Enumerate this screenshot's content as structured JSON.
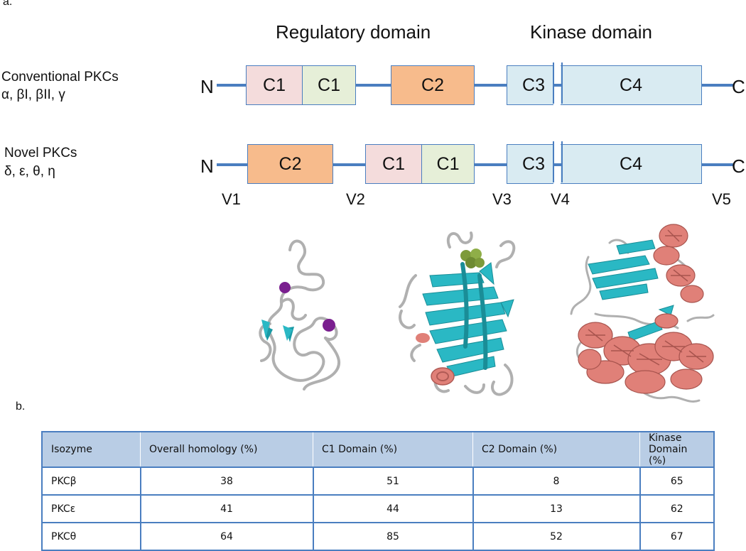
{
  "panel_a_label": "a.",
  "panel_b_label": "b.",
  "headers": {
    "regulatory": "Regulatory domain",
    "kinase": "Kinase domain"
  },
  "conventional": {
    "title": "Conventional PKCs",
    "isoforms": "α, βI, βII, γ",
    "n_term": "N",
    "c_term": "C",
    "domains": [
      "C1",
      "C1",
      "C2",
      "C3",
      "C4"
    ]
  },
  "novel": {
    "title": "Novel PKCs",
    "isoforms": "δ, ε, θ, η",
    "n_term": "N",
    "c_term": "C",
    "domains": [
      "C2",
      "C1",
      "C1",
      "C3",
      "C4"
    ]
  },
  "variable_regions": [
    "V1",
    "V2",
    "V3",
    "V4",
    "V5"
  ],
  "colors": {
    "line": "#4a7ec0",
    "c1_first": "#f4dcdc",
    "c1_second": "#e6efd8",
    "c2": "#f7bb8c",
    "c3_c4": "#d9ebf2",
    "helix": "#e08078",
    "sheet": "#2ab8c4",
    "loop": "#b0b0b0",
    "zinc_ion": "#7a1f8f",
    "calcium_ion": "#7d9a3a",
    "table_header": "#b9cde5"
  },
  "structures": [
    "c1-domain-structure",
    "c2-domain-structure",
    "kinase-domain-structure"
  ],
  "table": {
    "headers": [
      "Isozyme",
      "Overall homology (%)",
      "C1 Domain (%)",
      "C2 Domain (%)",
      "Kinase Domain (%)"
    ],
    "rows": [
      [
        "PKCβ",
        "38",
        "51",
        "8",
        "65"
      ],
      [
        "PKCε",
        "41",
        "44",
        "13",
        "62"
      ],
      [
        "PKCθ",
        "64",
        "85",
        "52",
        "67"
      ]
    ]
  }
}
